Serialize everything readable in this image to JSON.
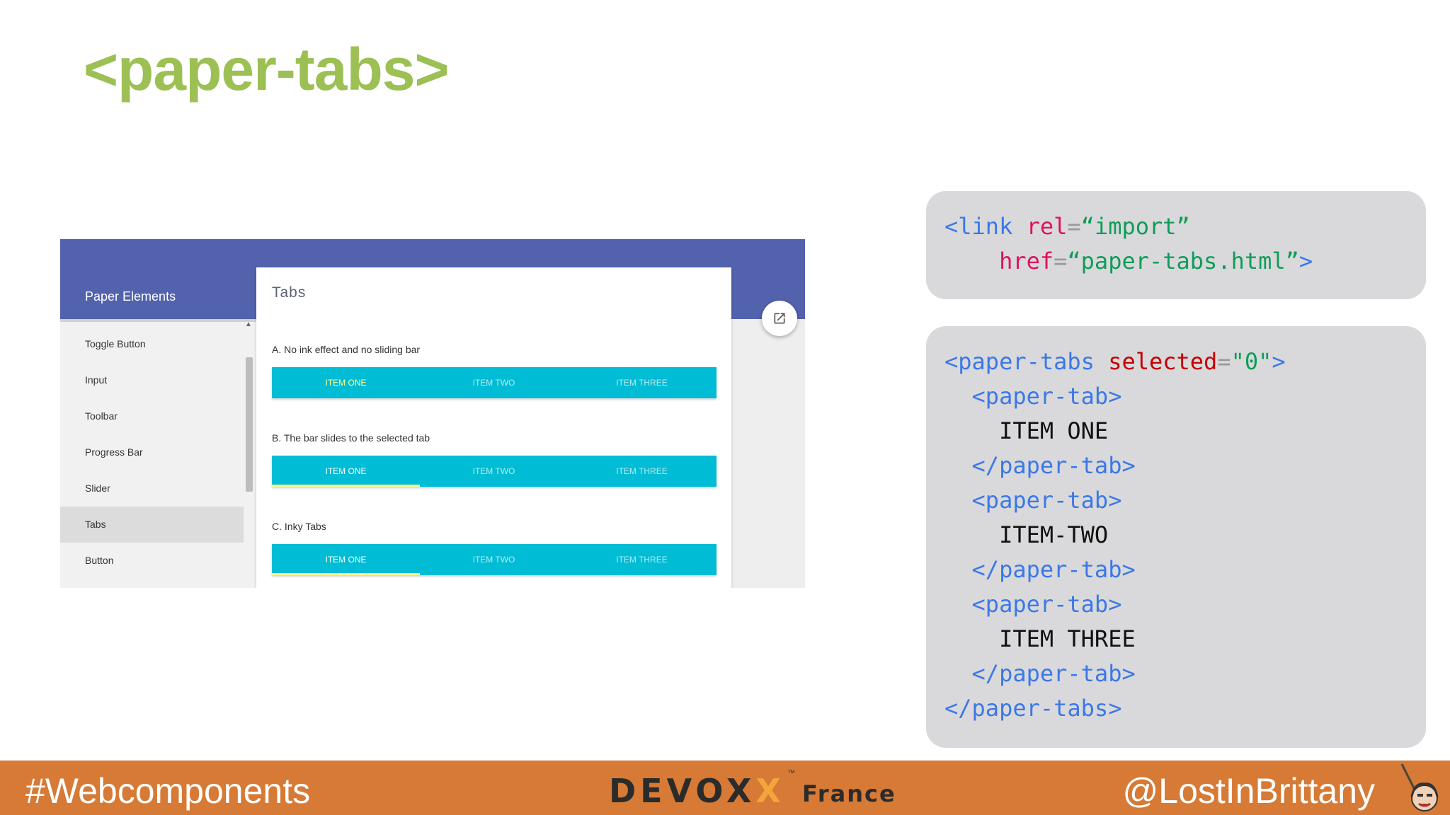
{
  "slide": {
    "title": "<paper-tabs>"
  },
  "app": {
    "title": "Paper Elements",
    "sidebar": {
      "items": [
        {
          "label": "Toggle Button"
        },
        {
          "label": "Input"
        },
        {
          "label": "Toolbar"
        },
        {
          "label": "Progress Bar"
        },
        {
          "label": "Slider"
        },
        {
          "label": "Tabs",
          "selected": true
        },
        {
          "label": "Button"
        }
      ]
    },
    "card": {
      "title": "Tabs",
      "sections": [
        {
          "label": "A. No ink effect and no sliding bar",
          "tabs": [
            "ITEM ONE",
            "ITEM TWO",
            "ITEM THREE"
          ],
          "selected": 0
        },
        {
          "label": "B. The bar slides to the selected tab",
          "tabs": [
            "ITEM ONE",
            "ITEM TWO",
            "ITEM THREE"
          ],
          "selected": 0
        },
        {
          "label": "C. Inky Tabs",
          "tabs": [
            "ITEM ONE",
            "ITEM TWO",
            "ITEM THREE"
          ],
          "selected": 0
        }
      ]
    },
    "fab_icon": "open-in-new-icon"
  },
  "code": {
    "import_block": {
      "line1": {
        "open": "<link",
        "attr": "rel",
        "eq": "=",
        "value": "“import”"
      },
      "line2": {
        "attr": "href",
        "eq": "=",
        "value": "“paper-tabs.html”",
        "close": ">"
      }
    },
    "tabs_block": {
      "open_tag": "<paper-tabs",
      "attr": "selected",
      "eq": "=",
      "value": "\"0\"",
      "open_close": ">",
      "tab_open": "<paper-tab>",
      "tab_close": "</paper-tab>",
      "items": [
        "ITEM ONE",
        "ITEM-TWO",
        "ITEM THREE"
      ],
      "close_tag": "</paper-tabs>"
    }
  },
  "footer": {
    "hashtag": "#Webcomponents",
    "logo_text": "DEVOX",
    "logo_x": "X",
    "logo_tm": "™",
    "logo_sub": "France",
    "handle": "@LostInBrittany"
  },
  "colors": {
    "title": "#9dc054",
    "app_header": "#5262ad",
    "tabs": "#00bcd4",
    "ink": "#ffff8d",
    "footer": "#d67a35",
    "code_tag": "#3b78e7",
    "code_string": "#0e9d58"
  }
}
